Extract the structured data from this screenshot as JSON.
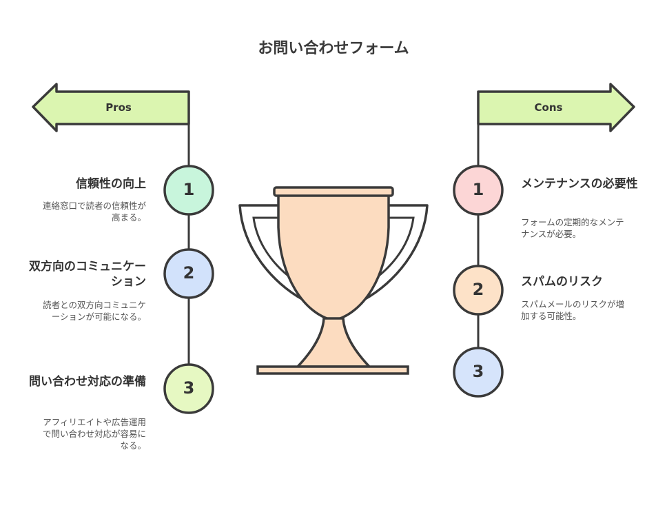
{
  "title": "お問い合わせフォーム",
  "pros": {
    "label": "Pros",
    "items": [
      {
        "number": "1",
        "title": "信頼性の向上",
        "desc": "連絡窓口で読者の信頼性が高まる。",
        "color": "#c8f5dc"
      },
      {
        "number": "2",
        "title": "双方向のコミュニケーション",
        "desc": "読者との双方向コミュニケーションが可能になる。",
        "color": "#d2e2fb"
      },
      {
        "number": "3",
        "title": "問い合わせ対応の準備",
        "desc": "アフィリエイトや広告運用で問い合わせ対応が容易になる。",
        "color": "#e6f8c2"
      }
    ]
  },
  "cons": {
    "label": "Cons",
    "items": [
      {
        "number": "1",
        "title": "メンテナンスの必要性",
        "desc": "フォームの定期的なメンテナンスが必要。",
        "color": "#fcd6d6"
      },
      {
        "number": "2",
        "title": "スパムのリスク",
        "desc": "スパムメールのリスクが増加する可能性。",
        "color": "#fde2c8"
      },
      {
        "number": "3",
        "title": "",
        "desc": "",
        "color": "#d6e4fb"
      }
    ]
  },
  "colors": {
    "arrow_fill": "#dbf5b0",
    "trophy_fill": "#fcdcc0",
    "stroke": "#3a3a3a"
  }
}
